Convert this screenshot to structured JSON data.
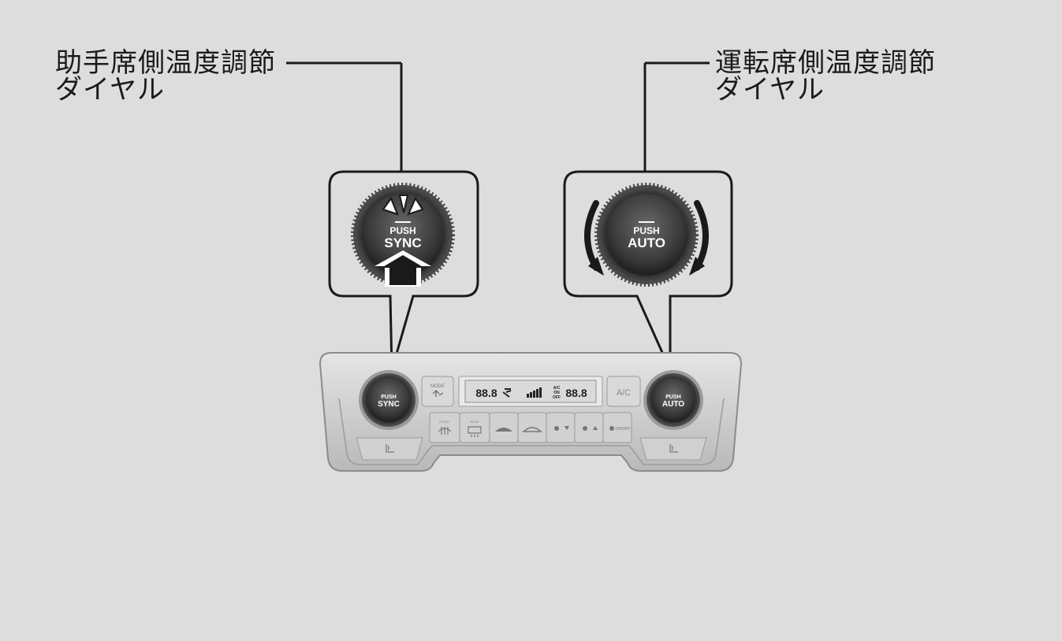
{
  "labels": {
    "passenger": {
      "line1": "助手席側温度調節",
      "line2": "ダイヤル"
    },
    "driver": {
      "line1": "運転席側温度調節",
      "line2": "ダイヤル"
    }
  },
  "knobs": {
    "passenger": {
      "top": "PUSH",
      "bottom": "SYNC"
    },
    "driver": {
      "top": "PUSH",
      "bottom": "AUTO"
    }
  },
  "panel": {
    "ac_button": "A/C",
    "display_left_temp": "88.8",
    "display_right_temp": "88.8",
    "display_ac_status": [
      "A/C",
      "ON",
      "OFF"
    ],
    "mode_button": "MODE",
    "front_defrost_label": "FRONT",
    "rear_defrost_label": "REAR",
    "fan_button_label": "ON/OFF"
  },
  "icons": [
    "seat-heater-icon",
    "rear-defrost-icon",
    "front-defrost-icon",
    "recirculation-icon",
    "fresh-air-icon",
    "fan-down-icon",
    "fan-up-icon",
    "fan-onoff-icon",
    "mode-icon"
  ],
  "colors": {
    "background": "#dcdddc",
    "panel": "#c8c9c8",
    "knob": "#3a3a3a",
    "callout_border": "#1a1a1a",
    "arrow": "#1a1a1a"
  }
}
